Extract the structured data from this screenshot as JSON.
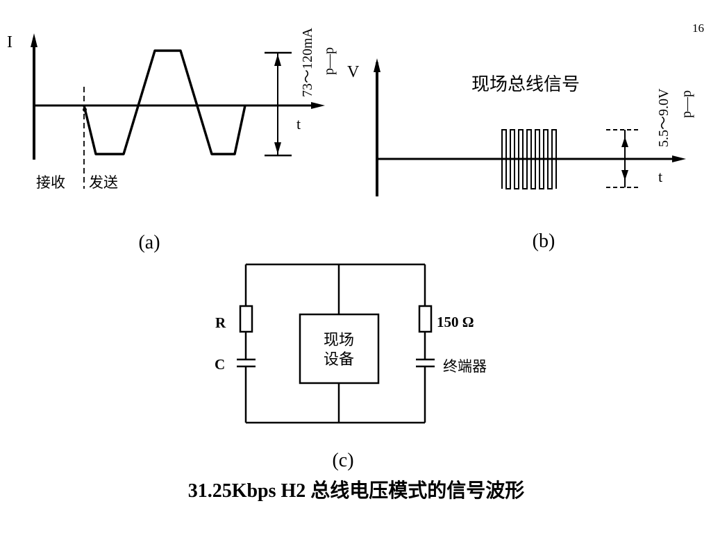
{
  "page_number": "16",
  "panel_a": {
    "axis_y_label": "I",
    "axis_x_label": "t",
    "amplitude_label": "73～120mA",
    "pp_label": "p—p",
    "receive_label": "接收",
    "send_label": "发送",
    "caption": "(a)"
  },
  "panel_b": {
    "axis_y_label": "V",
    "axis_x_label": "t",
    "title": "现场总线信号",
    "amplitude_label": "5.5～9.0V",
    "pp_label": "p—p",
    "caption": "(b)"
  },
  "panel_c": {
    "resistor_label": "R",
    "capacitor_label": "C",
    "device_label_line1": "现场",
    "device_label_line2": "设备",
    "terminator_resistor_label": "150 Ω",
    "terminator_label": "终端器",
    "caption": "(c)"
  },
  "figure_title": "31.25Kbps H2 总线电压模式的信号波形"
}
